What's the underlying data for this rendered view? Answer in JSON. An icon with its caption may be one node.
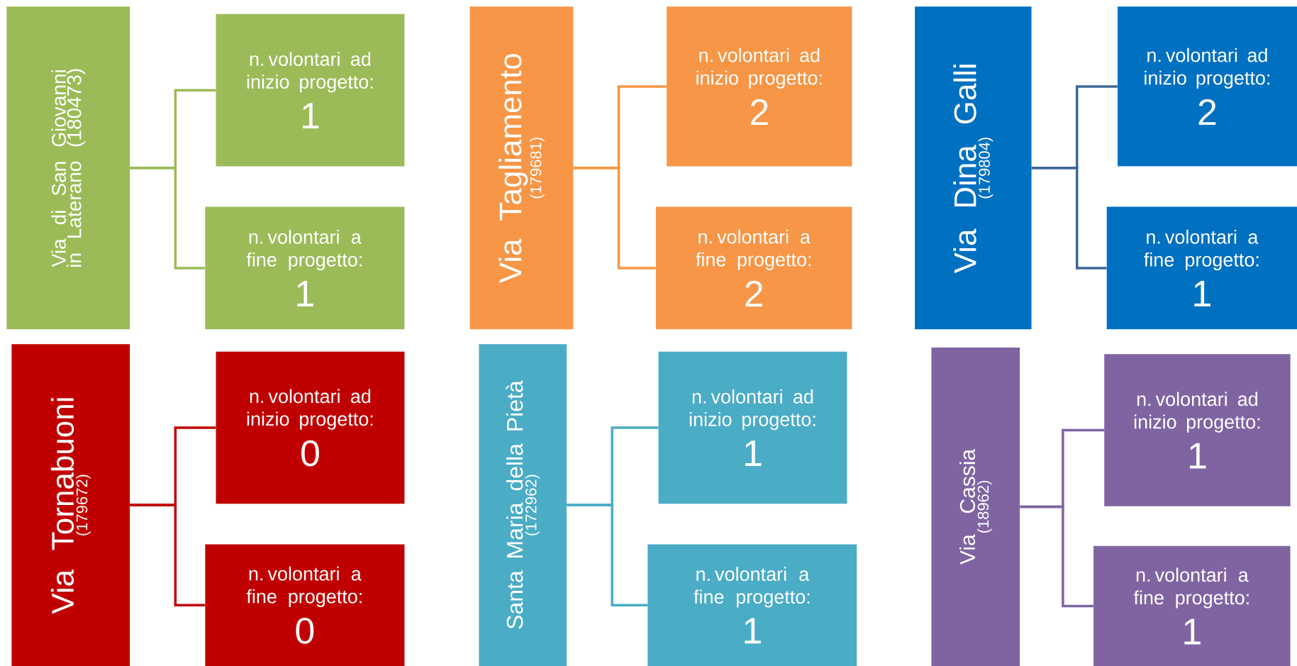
{
  "diagram": {
    "nodes": [
      {
        "text": [
          "Via di San Giovanni in Laterano (180473)"
        ]
      },
      {
        "text": [
          "n. volontari ad inizio progetto:",
          "1"
        ]
      },
      {
        "text": [
          "n. volontari a fine progetto:",
          "1"
        ]
      },
      {
        "text": [
          "Via Tagliamento",
          "(179681)"
        ]
      },
      {
        "text": [
          "n. volontari ad inizio progetto:",
          "2"
        ]
      },
      {
        "text": [
          "n. volontari a fine progetto:",
          "2"
        ]
      },
      {
        "text": [
          "Via Dina Galli",
          "(179804)"
        ]
      },
      {
        "text": [
          "n. volontari ad inizio progetto:",
          "2"
        ]
      },
      {
        "text": [
          "n. volontari a fine progetto:",
          "1"
        ]
      },
      {
        "text": [
          "Via Tornabuoni",
          "(179672)"
        ]
      },
      {
        "text": [
          "n. volontari ad inizio progetto:",
          "0"
        ]
      },
      {
        "text": [
          "n. volontari a fine progetto:",
          "0"
        ]
      },
      {
        "text": [
          "Santa Maria della Pietà",
          "(172962)"
        ]
      },
      {
        "text": [
          "n. volontari ad inizio progetto:",
          "1"
        ]
      },
      {
        "text": [
          "n. volontari a fine progetto:",
          "1"
        ]
      },
      {
        "text": [
          "Via Cassia",
          "(18962)"
        ]
      },
      {
        "text": [
          "n. volontari ad inizio progetto:",
          "1"
        ]
      },
      {
        "text": [
          "n. volontari a fine progetto:",
          "1"
        ]
      }
    ],
    "edges": [
      {
        "from": 0,
        "to": 1,
        "arrow": "none",
        "color": "#9bbb59"
      },
      {
        "from": 0,
        "to": 2,
        "arrow": "none",
        "color": "#9bbb59"
      },
      {
        "from": 3,
        "to": 4,
        "arrow": "none",
        "color": "#f79646"
      },
      {
        "from": 3,
        "to": 5,
        "arrow": "none",
        "color": "#f79646"
      },
      {
        "from": 6,
        "to": 7,
        "arrow": "none",
        "color": "#3f6797"
      },
      {
        "from": 6,
        "to": 8,
        "arrow": "none",
        "color": "#3f6797"
      },
      {
        "from": 9,
        "to": 10,
        "arrow": "none",
        "color": "#c00000"
      },
      {
        "from": 9,
        "to": 11,
        "arrow": "none",
        "color": "#c00000"
      },
      {
        "from": 12,
        "to": 13,
        "arrow": "none",
        "color": "#4bacc6"
      },
      {
        "from": 12,
        "to": 14,
        "arrow": "none",
        "color": "#4bacc6"
      },
      {
        "from": 15,
        "to": 16,
        "arrow": "none",
        "color": "#8064a2"
      },
      {
        "from": 15,
        "to": 17,
        "arrow": "none",
        "color": "#8064a2"
      }
    ]
  }
}
